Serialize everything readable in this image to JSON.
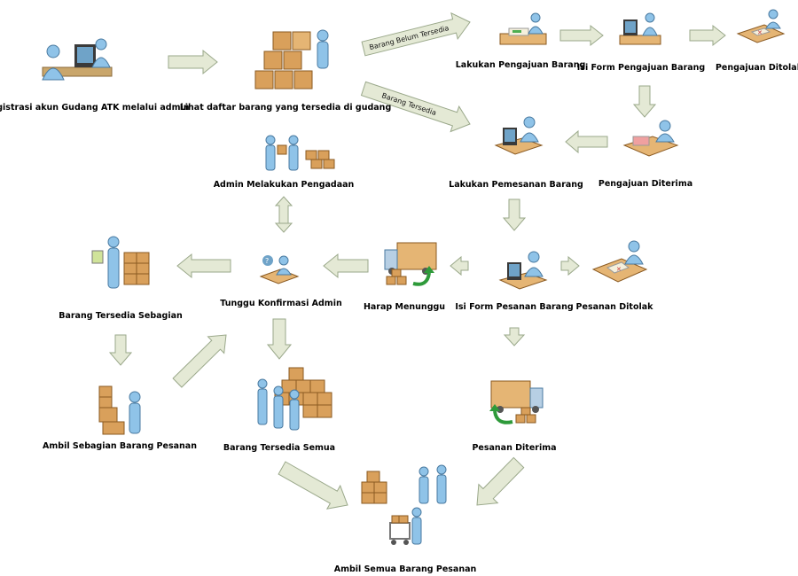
{
  "diagram": {
    "nodes": {
      "registrasi": "Registrasi akun Gudang ATK melalui admin",
      "lihat": "Lihat daftar barang yang tersedia di gudang",
      "pengajuan": "Lakukan Pengajuan Barang",
      "isi_form_pengajuan": "Isi Form Pengajuan Barang",
      "ditolak": "Pengajuan Ditolak",
      "diterima": "Pengajuan Diterima",
      "pemesanan": "Lakukan Pemesanan Barang",
      "pengadaan": "Admin Melakukan Pengadaan",
      "isi_form_pesanan": "Isi Form Pesanan Barang",
      "pesanan_ditolak": "Pesanan Ditolak",
      "harap_menunggu": "Harap Menunggu",
      "tunggu_konfirmasi": "Tunggu Konfirmasi Admin",
      "tersedia_sebagian": "Barang Tersedia Sebagian",
      "ambil_sebagian": "Ambil Sebagian Barang Pesanan",
      "tersedia_semua": "Barang Tersedia Semua",
      "pesanan_diterima": "Pesanan Diterima",
      "ambil_semua": "Ambil Semua Barang Pesanan"
    },
    "edges": {
      "belum_tersedia": "Barang Belum Tersedia",
      "tersedia": "Barang Tersedia"
    },
    "colors": {
      "arrow_fill": "#e4e9d5",
      "arrow_stroke": "#9aa88a",
      "box": "#d9a05b",
      "person": "#8fc3e8",
      "text": "#000000"
    }
  }
}
